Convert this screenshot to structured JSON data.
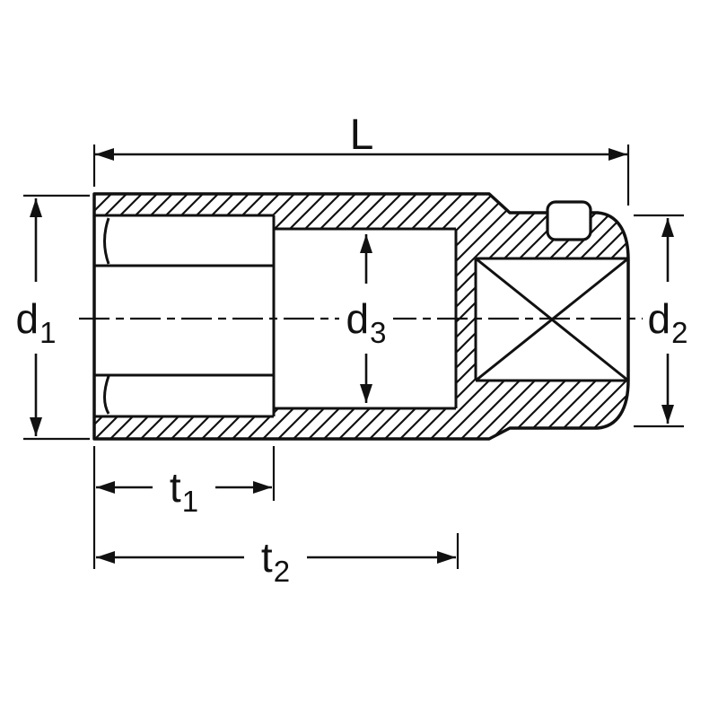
{
  "figure": {
    "type": "technical-drawing",
    "subject": "deep-socket cross-section with dimension callouts",
    "colors": {
      "line": "#111111",
      "background": "#ffffff"
    }
  },
  "labels": {
    "L": "L",
    "d1": {
      "base": "d",
      "sub": "1"
    },
    "d2": {
      "base": "d",
      "sub": "2"
    },
    "d3": {
      "base": "d",
      "sub": "3"
    },
    "t1": {
      "base": "t",
      "sub": "1"
    },
    "t2": {
      "base": "t",
      "sub": "2"
    }
  }
}
